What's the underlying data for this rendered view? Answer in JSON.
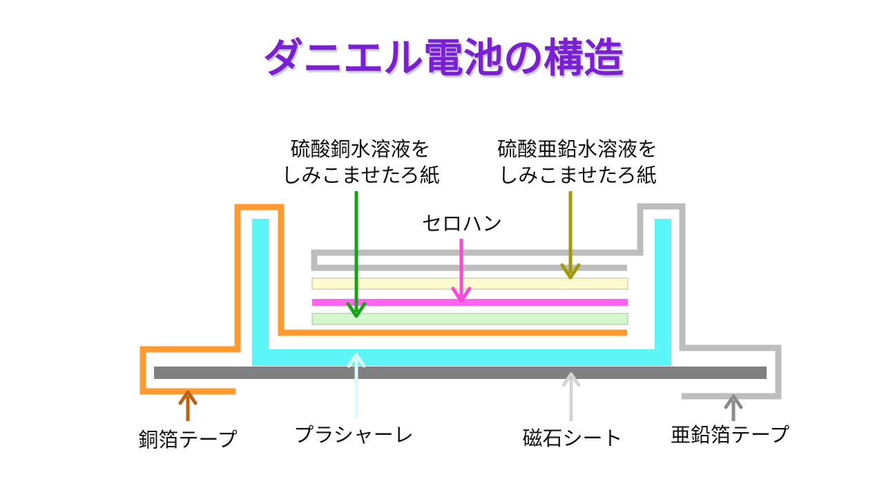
{
  "title": "ダニエル電池の構造",
  "labels": {
    "cuso4_line1": "硫酸銅水溶液を",
    "cuso4_line2": "しみこませたろ紙",
    "znso4_line1": "硫酸亜鉛水溶液を",
    "znso4_line2": "しみこませたろ紙",
    "cellophane": "セロハン",
    "copper_foil_tape": "銅箔テープ",
    "plastic_petri_dish": "プラシャーレ",
    "magnet_sheet": "磁石シート",
    "zinc_foil_tape": "亜鉛箔テープ"
  },
  "colors": {
    "title": "#7a1fd1",
    "copper_tape": "#ff9a33",
    "copper_arrow": "#c0600d",
    "petri_dish": "#5cf5f8",
    "petri_arrow": "#d9fbfd",
    "zinc_tape": "#bdbdbd",
    "zinc_arrow": "#8a8a8a",
    "magnet_sheet": "#808080",
    "magnet_arrow": "#d4d4d4",
    "zinc_paper": "#fffbd0",
    "cellophane": "#ff66ee",
    "copper_paper": "#d2f8cc",
    "cuso4_arrow": "#16a316",
    "znso4_arrow": "#a39a07",
    "cellophane_arrow": "#ff44d6"
  }
}
